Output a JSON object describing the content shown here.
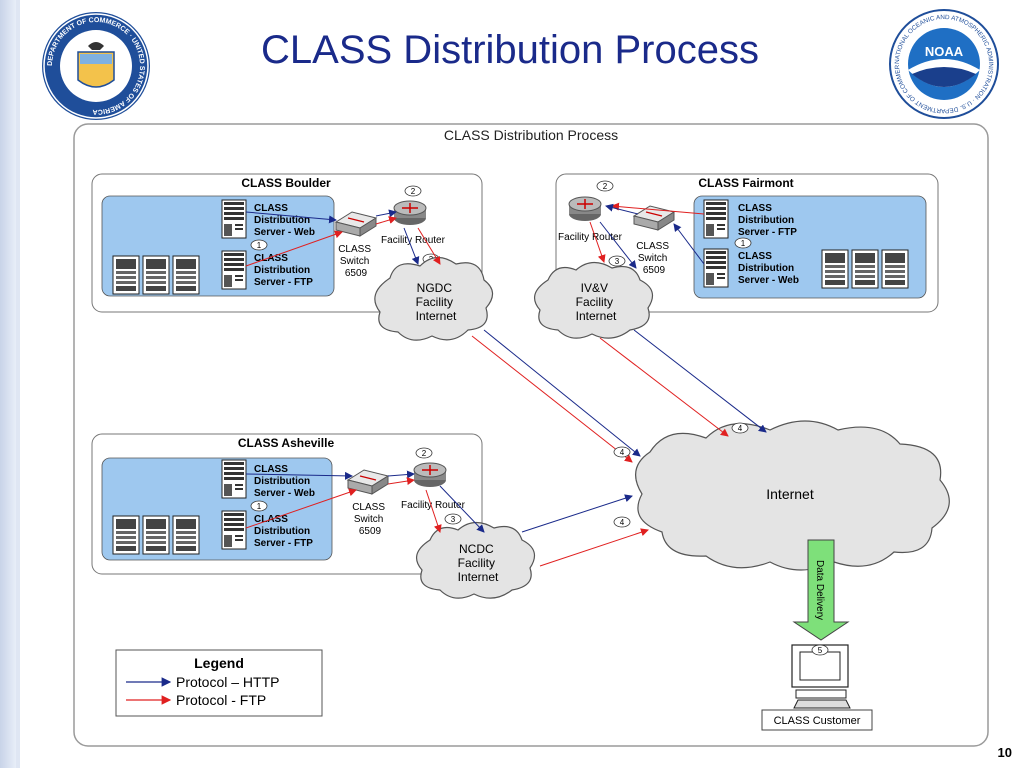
{
  "slide": {
    "title": "CLASS Distribution Process",
    "page_number": "10"
  },
  "logos": {
    "commerce": {
      "ring_text": "DEPARTMENT OF COMMERCE · UNITED STATES OF AMERICA"
    },
    "noaa": {
      "center_text": "NOAA",
      "ring_text": "NATIONAL OCEANIC AND ATMOSPHERIC ADMINISTRATION · U.S. DEPARTMENT OF COMMERCE"
    }
  },
  "diagram": {
    "frame_title": "CLASS Distribution Process",
    "boulder": {
      "title": "CLASS Boulder",
      "server_web": [
        "CLASS",
        "Distribution",
        "Server - Web"
      ],
      "server_ftp": [
        "CLASS",
        "Distribution",
        "Server - FTP"
      ],
      "switch": [
        "CLASS",
        "Switch",
        "6509"
      ],
      "router": "Facility Router",
      "cloud": [
        "NGDC",
        "Facility",
        "Internet"
      ]
    },
    "fairmont": {
      "title": "CLASS Fairmont",
      "server_ftp": [
        "CLASS",
        "Distribution",
        "Server - FTP"
      ],
      "server_web": [
        "CLASS",
        "Distribution",
        "Server - Web"
      ],
      "switch": [
        "CLASS",
        "Switch",
        "6509"
      ],
      "router": "Facility Router",
      "cloud": [
        "IV&V",
        "Facility",
        "Internet"
      ]
    },
    "asheville": {
      "title": "CLASS Asheville",
      "server_web": [
        "CLASS",
        "Distribution",
        "Server - Web"
      ],
      "server_ftp": [
        "CLASS",
        "Distribution",
        "Server - FTP"
      ],
      "switch": [
        "CLASS",
        "Switch",
        "6509"
      ],
      "router": "Facility Router",
      "cloud": [
        "NCDC",
        "Facility",
        "Internet"
      ]
    },
    "internet": "Internet",
    "data_delivery": "Data Delivery",
    "customer": "CLASS Customer",
    "steps": [
      "1",
      "2",
      "3",
      "4",
      "5"
    ],
    "legend": {
      "title": "Legend",
      "http": "Protocol – HTTP",
      "ftp": "Protocol - FTP"
    },
    "colors": {
      "http": "#1a2a8a",
      "ftp": "#e02020",
      "site_fill": "#9ec8ef",
      "box_stroke": "#555555"
    }
  }
}
